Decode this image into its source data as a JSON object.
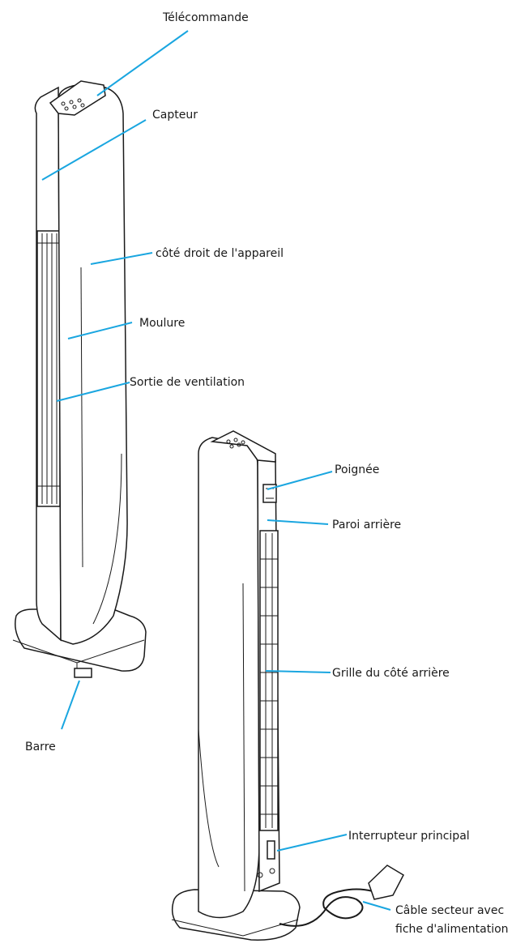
{
  "labels": {
    "remote": "Télécommande",
    "sensor": "Capteur",
    "right_side": "côté droit de l'appareil",
    "molding": "Moulure",
    "vent_outlet": "Sortie de ventilation",
    "bar": "Barre",
    "handle": "Poignée",
    "rear_wall": "Paroi arrière",
    "rear_grille": "Grille du côté arrière",
    "main_switch": "Interrupteur principal",
    "power_cable_line1": "Câble secteur avec",
    "power_cable_line2": "fiche d'alimentation"
  },
  "colors": {
    "leader_line": "#1aa6e0",
    "outline": "#1a1a1a",
    "text": "#1a1a1a"
  }
}
